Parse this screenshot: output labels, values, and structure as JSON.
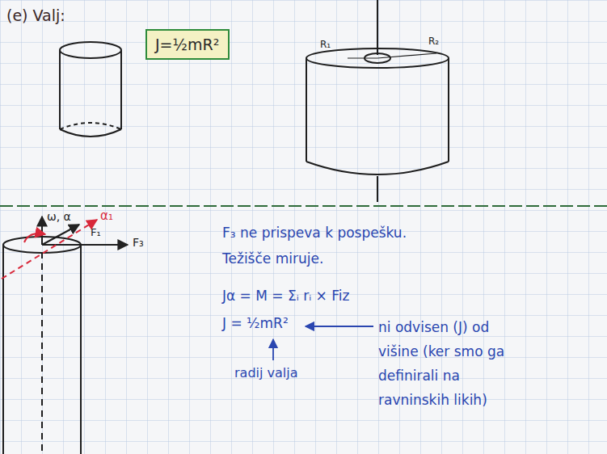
{
  "diagram": {
    "nodes": [
      {
        "text": [
          "J=½mR²"
        ]
      }
    ],
    "labels": [
      "(e) Valj:",
      "R₁",
      "R₂",
      "ω, α",
      "α₁",
      "F₁",
      "F₃",
      "F₃ ne prispeva k pospešku.",
      "Težišče miruje.",
      "Jα = M = Σᵢ rᵢ × Fiz",
      "J = ½mR²",
      "radij valja",
      "ni odvisen (J) od višine (ker smo ga definirali na ravninskih likih)"
    ]
  }
}
